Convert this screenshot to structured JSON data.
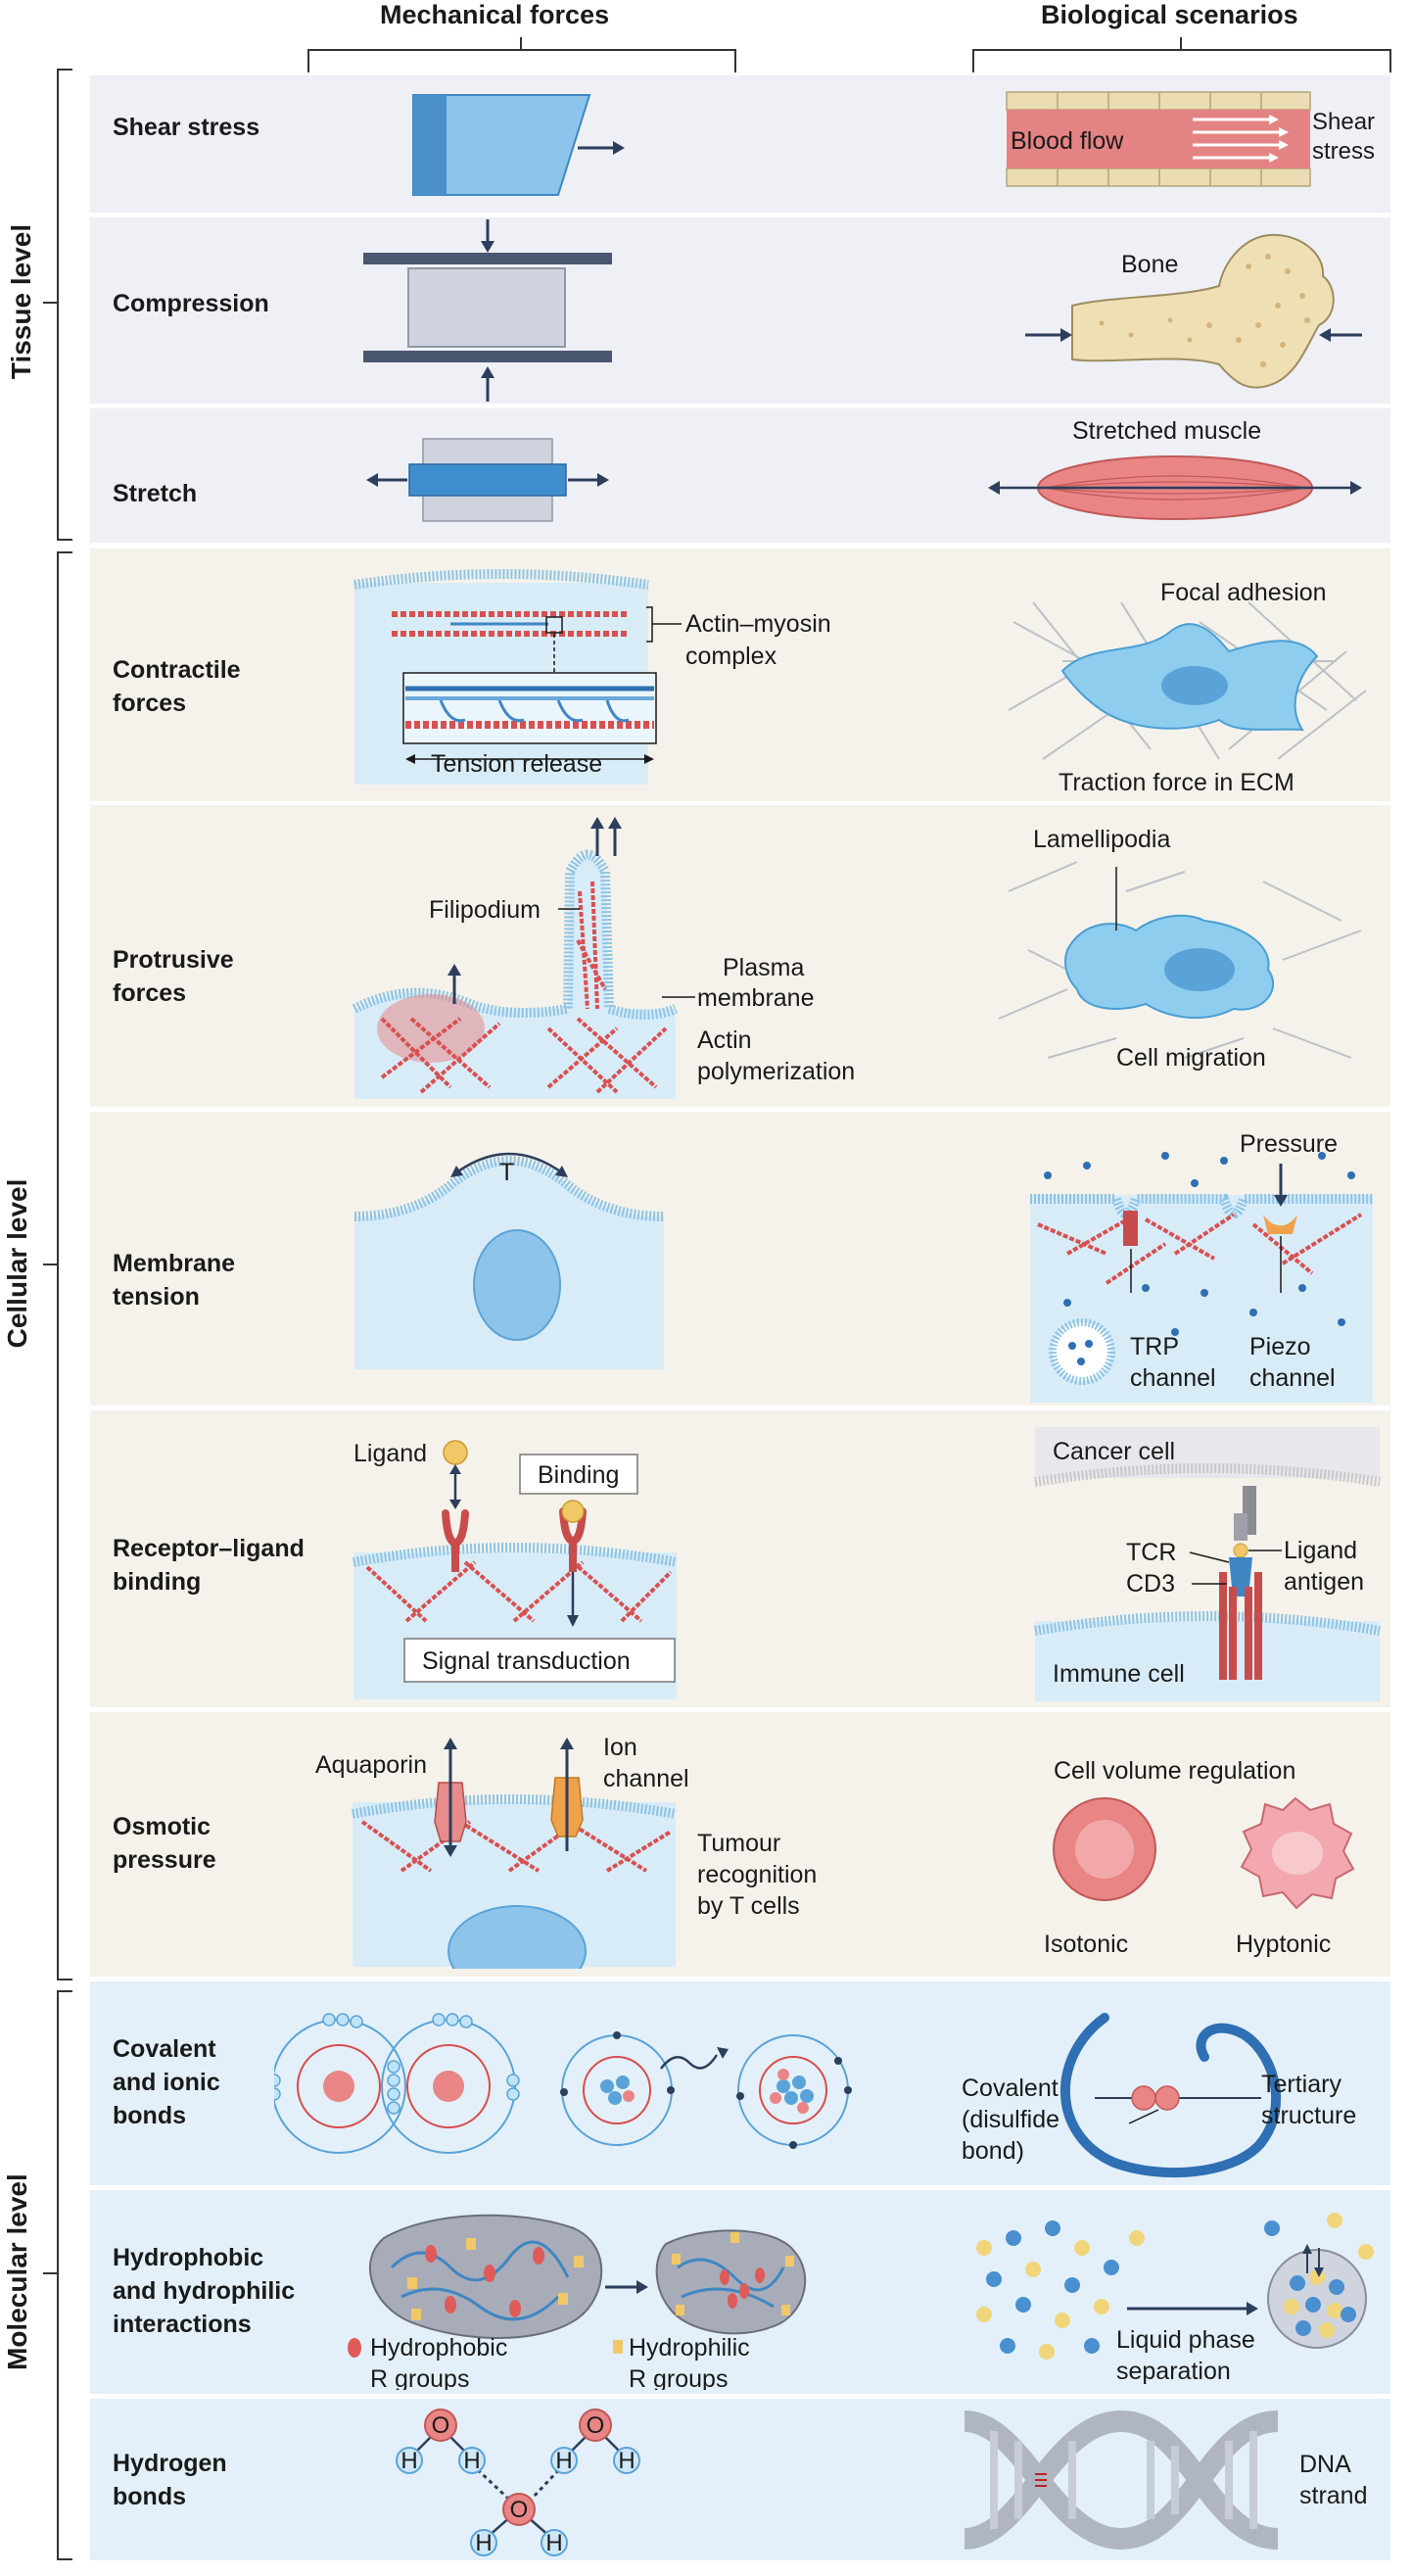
{
  "headers": {
    "mechanical": "Mechanical forces",
    "biological": "Biological scenarios"
  },
  "levels": {
    "tissue": "Tissue level",
    "cellular": "Cellular level",
    "molecular": "Molecular level"
  },
  "rows": {
    "shear": {
      "label": "Shear stress",
      "blood_flow": "Blood flow",
      "shear_stress_1": "Shear",
      "shear_stress_2": "stress"
    },
    "compression": {
      "label": "Compression",
      "bone": "Bone"
    },
    "stretch": {
      "label": "Stretch",
      "stretched_muscle": "Stretched muscle"
    },
    "contractile": {
      "label": "Contractile\nforces",
      "actin_myosin_1": "Actin–myosin",
      "actin_myosin_2": "complex",
      "tension_release": "Tension release",
      "focal_adhesion": "Focal adhesion",
      "traction_force": "Traction force in ECM"
    },
    "protrusive": {
      "label": "Protrusive\nforces",
      "filipodium": "Filipodium",
      "plasma_1": "Plasma",
      "plasma_2": "membrane",
      "actin_poly_1": "Actin",
      "actin_poly_2": "polymerization",
      "lamellipodia": "Lamellipodia",
      "cell_migration": "Cell migration"
    },
    "membrane": {
      "label": "Membrane\ntension",
      "t": "T",
      "pressure": "Pressure",
      "trp_1": "TRP",
      "trp_2": "channel",
      "piezo_1": "Piezo",
      "piezo_2": "channel"
    },
    "receptor": {
      "label": "Receptor–ligand\nbinding",
      "ligand": "Ligand",
      "binding": "Binding",
      "signal": "Signal transduction",
      "cancer_cell": "Cancer cell",
      "tcr": "TCR",
      "cd3": "CD3",
      "ligand_antigen_1": "Ligand",
      "ligand_antigen_2": "antigen",
      "immune_cell": "Immune cell"
    },
    "osmotic": {
      "label": "Osmotic\npressure",
      "aquaporin": "Aquaporin",
      "ion_1": "Ion",
      "ion_2": "channel",
      "tumour_1": "Tumour",
      "tumour_2": "recognition",
      "tumour_3": "by T cells",
      "volume_reg": "Cell volume regulation",
      "isotonic": "Isotonic",
      "hyptonic": "Hyptonic"
    },
    "covalent": {
      "label": "Covalent\nand ionic\nbonds",
      "cov_1": "Covalent",
      "cov_2": "(disulfide",
      "cov_3": "bond)",
      "tert_1": "Tertiary",
      "tert_2": "structure"
    },
    "hydrophobic": {
      "label": "Hydrophobic\nand hydrophilic\ninteractions",
      "hphob_1": "Hydrophobic",
      "hphob_2": "R groups",
      "hphil_1": "Hydrophilic",
      "hphil_2": "R groups",
      "lps_1": "Liquid phase",
      "lps_2": "separation"
    },
    "hydrogen": {
      "label": "Hydrogen\nbonds",
      "o": "O",
      "h": "H",
      "dna_1": "DNA",
      "dna_2": "strand"
    }
  },
  "colors": {
    "tissue_bg": "#eef0f5",
    "cell_bg": "#f4f2ea",
    "mol_bg": "#e3f0f9",
    "arrow": "#2c3e5c",
    "red": "#d94c4c",
    "blue": "#5aa3d8"
  }
}
